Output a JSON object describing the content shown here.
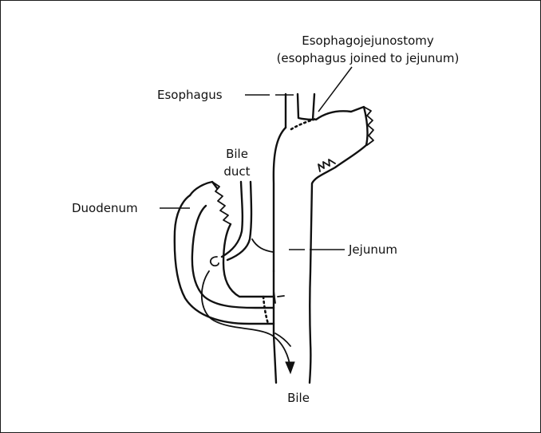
{
  "labels": {
    "esophagojejunostomy_line1": "Esophagojejunostomy",
    "esophagojejunostomy_line2": "(esophagus joined to jejunum)",
    "esophagus": "Esophagus",
    "bile_duct_line1": "Bile",
    "bile_duct_line2": "duct",
    "duodenum": "Duodenum",
    "jejunum": "Jejunum",
    "bile": "Bile"
  },
  "colors": {
    "ink": "#111111",
    "background": "#ffffff"
  }
}
